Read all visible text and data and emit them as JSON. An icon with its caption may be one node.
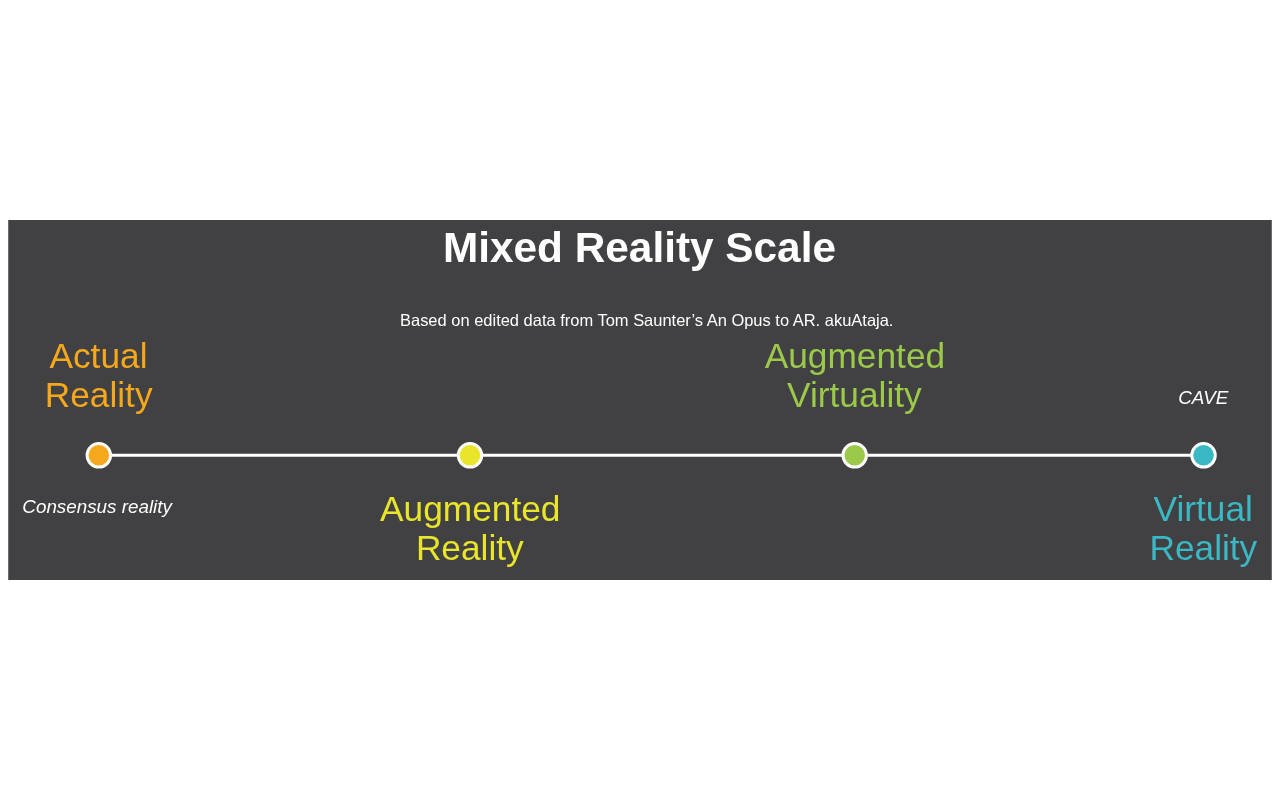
{
  "diagram": {
    "title": "Mixed Reality Scale",
    "caption": "Based on edited data from Tom Saunter’s An Opus to AR. akuAtaja.",
    "nodes": [
      {
        "text": [],
        "shape": "circle",
        "beside": [
          "Actual Reality",
          "Consensus reality"
        ]
      },
      {
        "text": [],
        "shape": "circle",
        "beside": [
          "Augmented Reality"
        ]
      },
      {
        "text": [],
        "shape": "circle",
        "beside": [
          "Augmented Virtuality"
        ]
      },
      {
        "text": [],
        "shape": "circle",
        "beside": [
          "CAVE",
          "Virtual Reality"
        ]
      }
    ],
    "edges": [
      {
        "from": 0,
        "to": 1,
        "arrow": "none"
      },
      {
        "from": 1,
        "to": 2,
        "arrow": "none"
      },
      {
        "from": 2,
        "to": 3,
        "arrow": "none"
      }
    ]
  }
}
